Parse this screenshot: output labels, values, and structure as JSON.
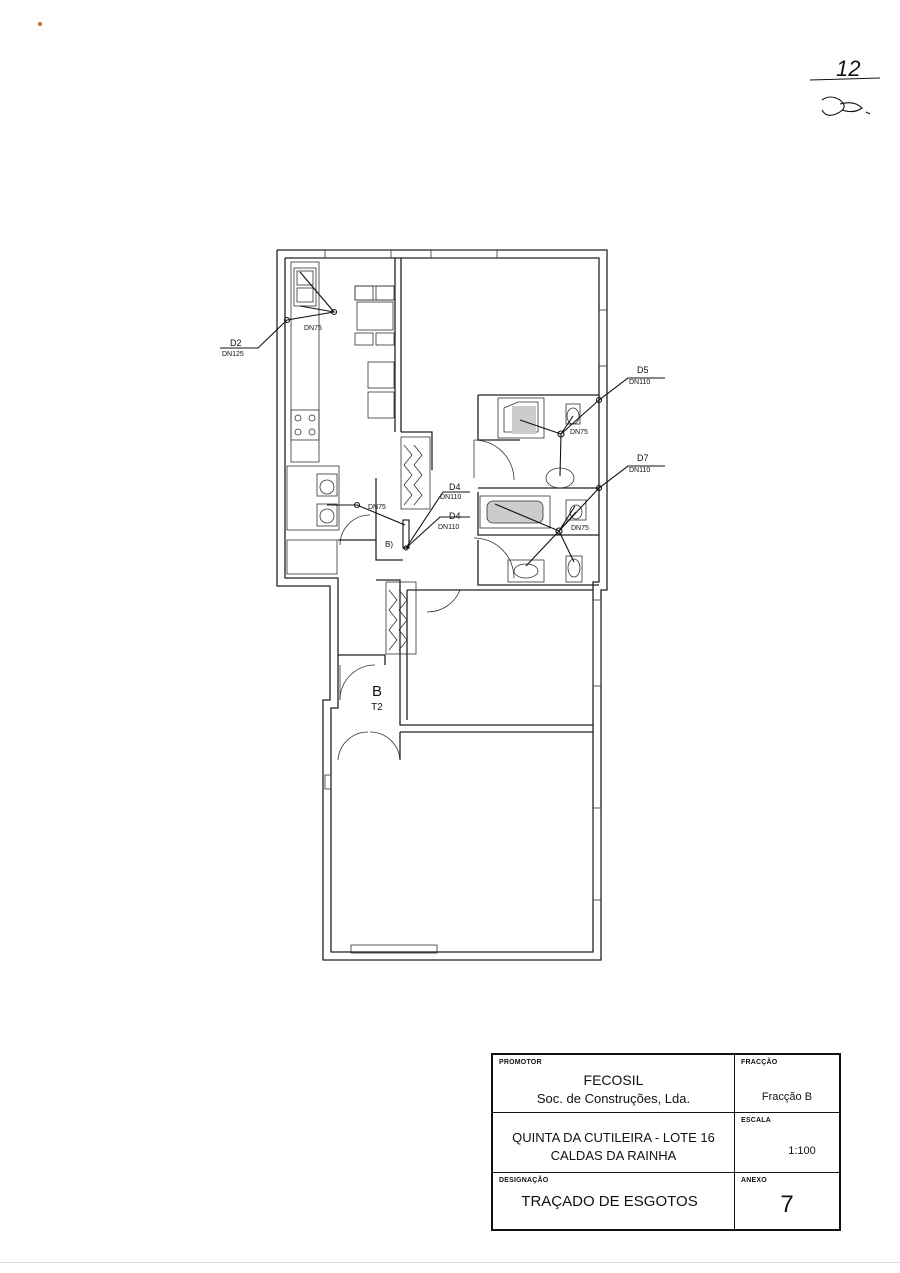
{
  "annotation": {
    "sheet_number": "12"
  },
  "plan": {
    "unit_label": "B",
    "unit_type": "T2",
    "pipes": [
      {
        "id": "D2",
        "dn": "DN125"
      },
      {
        "id": "D5",
        "dn": "DN110"
      },
      {
        "id": "D7",
        "dn": "DN110"
      },
      {
        "id": "D4",
        "dn": "DN110"
      },
      {
        "id": "D4",
        "dn": "DN110"
      }
    ],
    "branch_labels": [
      "DN75",
      "DN75",
      "DN75",
      "DN75"
    ],
    "point_label": "B)"
  },
  "title_block": {
    "promotor_caption": "PROMOTOR",
    "promotor_name": "FECOSIL",
    "promotor_sub": "Soc. de Construções, Lda.",
    "fraccao_caption": "FRACÇÃO",
    "fraccao_value": "Fracção B",
    "project_line1": "QUINTA DA CUTILEIRA - LOTE 16",
    "project_line2": "CALDAS DA RAINHA",
    "escala_caption": "ESCALA",
    "escala_value": "1:100",
    "designacao_caption": "DESIGNAÇÃO",
    "designacao_value": "TRAÇADO DE ESGOTOS",
    "anexo_caption": "ANEXO",
    "anexo_value": "7"
  }
}
